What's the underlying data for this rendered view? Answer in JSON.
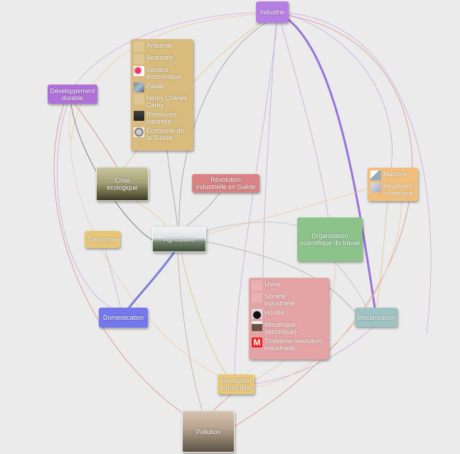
{
  "nodes": {
    "industrie": {
      "label": "Industrie",
      "color": "#b77ee3"
    },
    "developpement_durable": {
      "label": "Développement\ndurable",
      "color": "#b070da"
    },
    "crise_ecologique": {
      "label": "Crise\nécologique"
    },
    "revolution_suede": {
      "label": "Révolution\nindustrielle en Suède",
      "color": "#d98384"
    },
    "agriculture": {
      "label": "Agriculture"
    },
    "geonomie": {
      "label": "Géonomie",
      "color": "#e7c777"
    },
    "domestication": {
      "label": "Domestication",
      "color": "#7478ec"
    },
    "organisation": {
      "label": "Organisation\nscientifique du travail",
      "color": "#8bc38b"
    },
    "mecanisation": {
      "label": "Mécanisation",
      "color": "#9fc2c2"
    },
    "revolution_industrielle": {
      "label": "Révolution\nindustrielle",
      "color": "#e9c77b"
    },
    "pollution": {
      "label": "Pollution"
    }
  },
  "groups": {
    "top_group": {
      "color": "#d8bb7d",
      "items": [
        {
          "label": "Artisanat",
          "icon": "blank-icon"
        },
        {
          "label": "Beauvais",
          "icon": "blank-icon"
        },
        {
          "label": "Secteur\néconomique",
          "icon": "flower-icon"
        },
        {
          "label": "Papier",
          "icon": "paper-icon"
        },
        {
          "label": "Henry Charles\nCarey",
          "icon": "blank-icon"
        },
        {
          "label": "Ressource\nnaturelle",
          "icon": "dark-image-icon"
        },
        {
          "label": "Économie de\nla Suisse",
          "icon": "coin-icon"
        }
      ]
    },
    "pink_group": {
      "color": "#e4a3a4",
      "items": [
        {
          "label": "Usine",
          "icon": "blank-icon"
        },
        {
          "label": "Société\nindustrielle",
          "icon": "blank-icon"
        },
        {
          "label": "Houille",
          "icon": "coal-icon"
        },
        {
          "label": "Mécanique\n(technique)",
          "icon": "mechanic-icon"
        },
        {
          "label": "Troisième révolution\nindustrielle",
          "icon": "metro-icon"
        }
      ]
    },
    "orange_group": {
      "color": "#f1be7c",
      "items": [
        {
          "label": "Machine",
          "icon": "machine-icon"
        },
        {
          "label": "Révolution\nnumérique",
          "icon": "digital-icon"
        }
      ]
    }
  },
  "icon_glyphs": {
    "metro": "M"
  }
}
